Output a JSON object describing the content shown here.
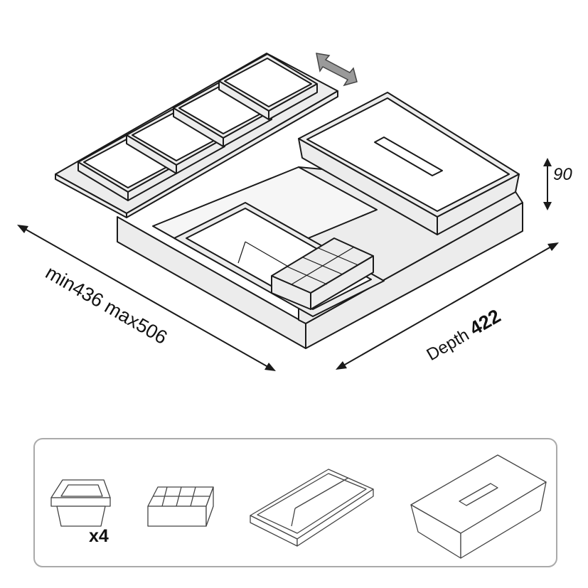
{
  "dimensions": {
    "width_label": "min436 max506",
    "depth_label": "Depth",
    "depth_value": "422",
    "height_value": "90"
  },
  "accessories": {
    "small_container_count": "x4"
  },
  "colors": {
    "line": "#1a1a1a",
    "fill": "#ececec",
    "arrow": "#9a9a9a",
    "frame": "#aaaaaa"
  }
}
